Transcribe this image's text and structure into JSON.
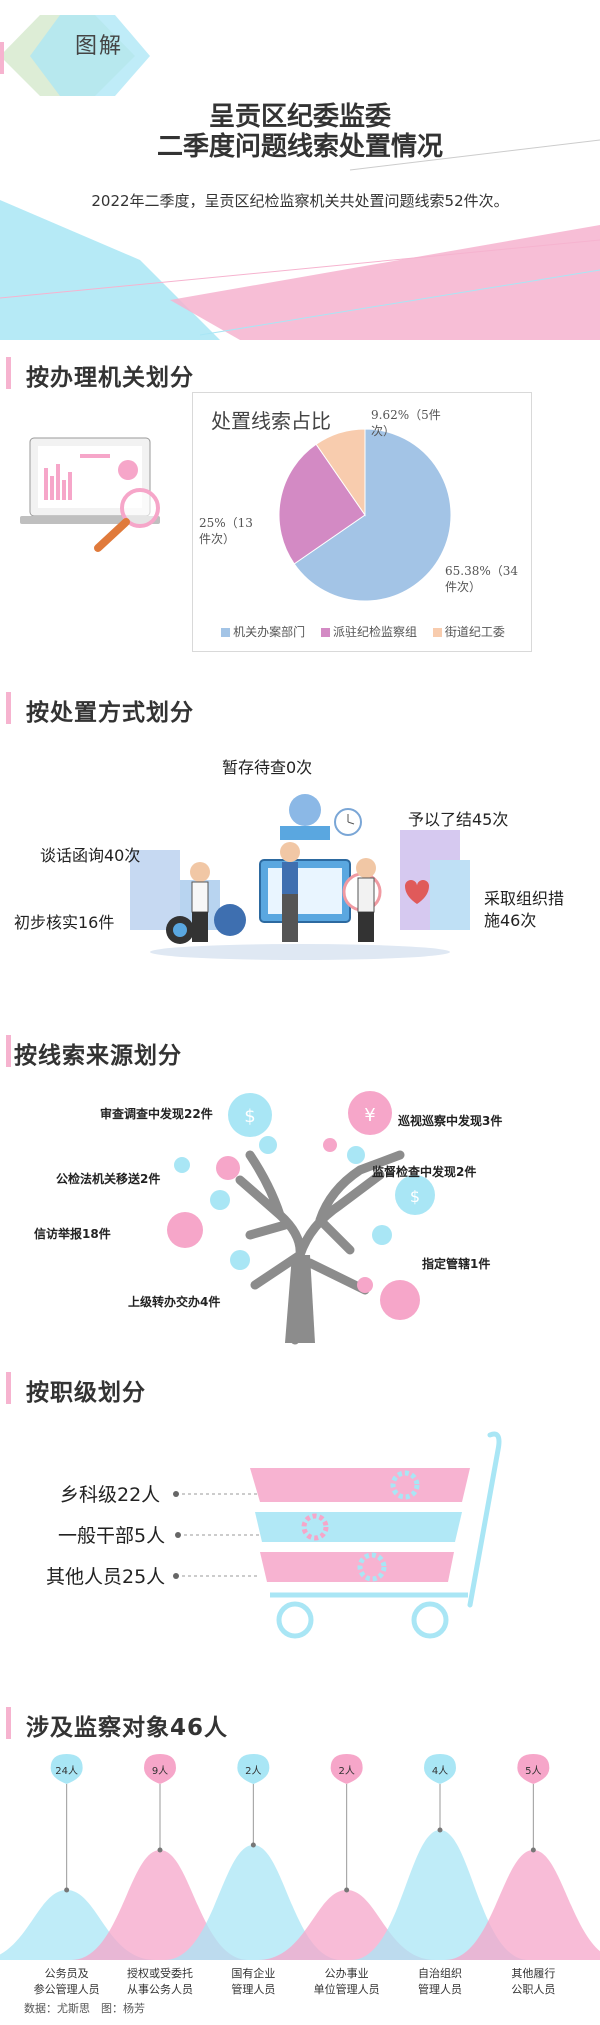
{
  "header": {
    "badge": "图解",
    "title_line1": "呈贡区纪委监委",
    "title_line2": "二季度问题线索处置情况",
    "summary": "2022年二季度，呈贡区纪检监察机关共处置问题线索52件次。"
  },
  "sections": {
    "by_agency": "按办理机关划分",
    "by_method": "按处置方式划分",
    "by_source": "按线索来源划分",
    "by_rank": "按职级划分",
    "by_object": "涉及监察对象46人"
  },
  "colors": {
    "pink": "#f6a6c9",
    "cyan": "#a9e6f5",
    "pie_blue": "#a3c4e6",
    "pie_purple": "#d38ac4",
    "pie_peach": "#f8ccae",
    "green": "#d9ebd2",
    "tree": "#8c8c8c"
  },
  "chart_data": [
    {
      "type": "pie",
      "title": "处置线索占比",
      "slices": [
        {
          "name": "机关办案部门",
          "value": 34,
          "percent": 65.38,
          "label": "65.38%（34件次）"
        },
        {
          "name": "派驻纪检监察组",
          "value": 13,
          "percent": 25,
          "label": "25%（13件次）"
        },
        {
          "name": "街道纪工委",
          "value": 5,
          "percent": 9.62,
          "label": "9.62%（5件次）"
        }
      ],
      "legend_position": "bottom"
    },
    {
      "type": "table",
      "items": [
        {
          "label": "暂存待查0次",
          "value": 0
        },
        {
          "label": "予以了结45次",
          "value": 45
        },
        {
          "label": "谈话函询40次",
          "value": 40
        },
        {
          "label": "初步核实16件",
          "value": 16
        },
        {
          "label": "采取组织措施46次",
          "value": 46
        }
      ]
    },
    {
      "type": "table",
      "items": [
        {
          "label": "审查调查中发现22件",
          "value": 22
        },
        {
          "label": "巡视巡察中发现3件",
          "value": 3
        },
        {
          "label": "公检法机关移送2件",
          "value": 2
        },
        {
          "label": "监督检查中发现2件",
          "value": 2
        },
        {
          "label": "信访举报18件",
          "value": 18
        },
        {
          "label": "指定管辖1件",
          "value": 1
        },
        {
          "label": "上级转办交办4件",
          "value": 4
        }
      ]
    },
    {
      "type": "bar",
      "categories": [
        "乡科级22人",
        "一般干部5人",
        "其他人员25人"
      ],
      "values": [
        22,
        5,
        25
      ]
    },
    {
      "type": "area",
      "categories": [
        "公务员及参公管理人员",
        "授权或受委托从事公务人员",
        "国有企业管理人员",
        "公办事业单位管理人员",
        "自治组织管理人员",
        "其他履行公职人员"
      ],
      "values": [
        24,
        9,
        2,
        2,
        4,
        5
      ],
      "badges": [
        "24人",
        "9人",
        "2人",
        "2人",
        "4人",
        "5人"
      ],
      "cat_lines": [
        [
          "公务员及",
          "参公管理人员"
        ],
        [
          "授权或受委托",
          "从事公务人员"
        ],
        [
          "国有企业",
          "管理人员"
        ],
        [
          "公办事业",
          "单位管理人员"
        ],
        [
          "自治组织",
          "管理人员"
        ],
        [
          "其他履行",
          "公职人员"
        ]
      ]
    }
  ],
  "footer": "数据：尤斯思　图：杨芳"
}
